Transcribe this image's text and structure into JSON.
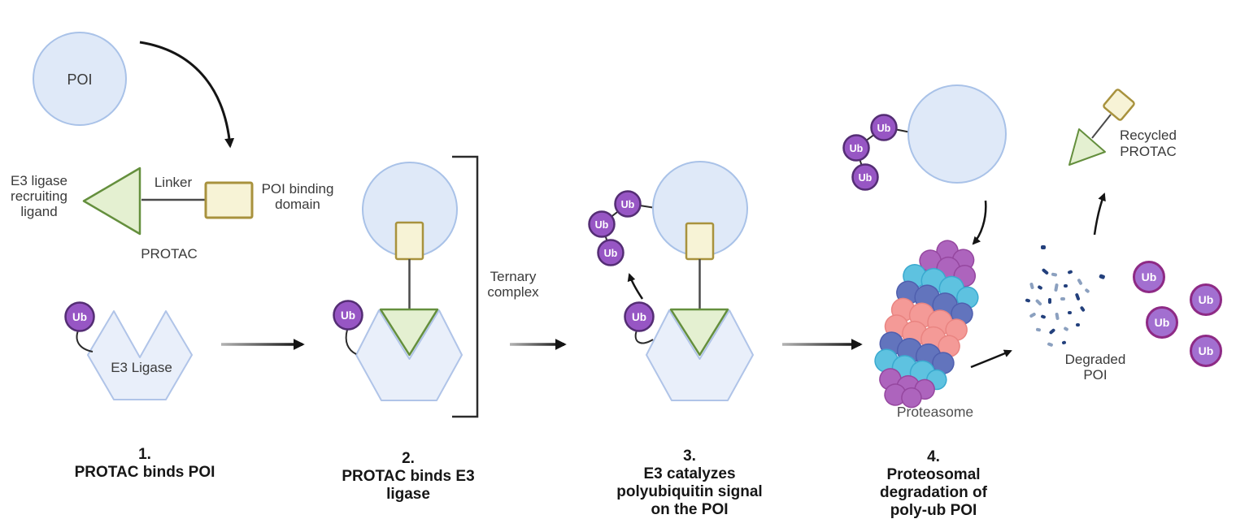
{
  "diagram": "PROTAC mechanism of action",
  "colors": {
    "poi_fill": "#dfe9f8",
    "poi_stroke": "#a9c2e8",
    "hexagon_fill": "#e9effa",
    "hexagon_stroke": "#b0c4e8",
    "ligand_fill": "#e4f0d1",
    "ligand_stroke": "#648f3d",
    "binding_domain_fill": "#f7f3d6",
    "binding_domain_stroke": "#a8923d",
    "ub_fill": "#9756c4",
    "ub_stroke": "#542d74",
    "free_ub_fill": "#a26fd0",
    "free_ub_stroke": "#8e2a85",
    "proteasome_purple": "#ad64bd",
    "proteasome_cyan": "#5ec2e0",
    "proteasome_indigo": "#6274bd",
    "proteasome_salmon": "#f49a97",
    "fragment_navy": "#23407c",
    "fragment_slate": "#8ba0bf",
    "arrow": "#141414",
    "label_text": "#3a3a3a",
    "caption_text": "#161616"
  },
  "labels": {
    "poi": "POI",
    "e3_recruiting_lines": [
      "E3 ligase",
      "recruiting",
      "ligand"
    ],
    "linker": "Linker",
    "poi_binding_lines": [
      "POI binding",
      "domain"
    ],
    "protac": "PROTAC",
    "ub": "Ub",
    "e3_ligase": "E3 Ligase",
    "ternary_lines": [
      "Ternary",
      "complex"
    ],
    "proteasome": "Proteasome",
    "degraded_poi_lines": [
      "Degraded",
      "POI"
    ],
    "recycled_protac_lines": [
      "Recycled",
      "PROTAC"
    ]
  },
  "steps": [
    {
      "number": "1.",
      "caption_lines": [
        "PROTAC binds POI"
      ]
    },
    {
      "number": "2.",
      "caption_lines": [
        "PROTAC binds E3",
        "ligase"
      ]
    },
    {
      "number": "3.",
      "caption_lines": [
        "E3 catalyzes",
        "polyubiquitin signal",
        "on the POI"
      ]
    },
    {
      "number": "4.",
      "caption_lines": [
        "Proteosomal",
        "degradation of",
        "poly-ub POI"
      ]
    }
  ]
}
